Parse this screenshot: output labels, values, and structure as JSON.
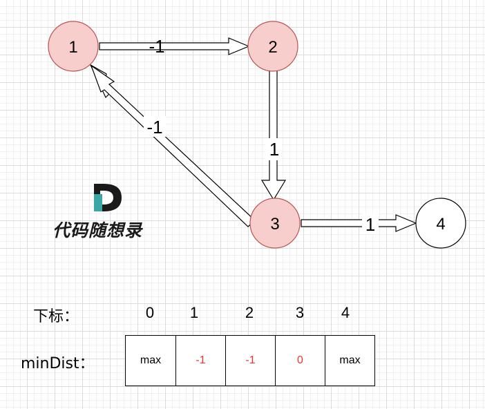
{
  "graph": {
    "nodes": [
      {
        "id": "1",
        "label": "1",
        "highlighted": true
      },
      {
        "id": "2",
        "label": "2",
        "highlighted": true
      },
      {
        "id": "3",
        "label": "3",
        "highlighted": true
      },
      {
        "id": "4",
        "label": "4",
        "highlighted": false
      }
    ],
    "edges": [
      {
        "from": "1",
        "to": "2",
        "weight": "-1"
      },
      {
        "from": "2",
        "to": "3",
        "weight": "1"
      },
      {
        "from": "3",
        "to": "1",
        "weight": "-1"
      },
      {
        "from": "3",
        "to": "4",
        "weight": "1"
      }
    ],
    "colors": {
      "highlight_fill": "#f8cecc",
      "highlight_stroke": "#b85450",
      "plain_fill": "#ffffff",
      "plain_stroke": "#000000"
    }
  },
  "logo": {
    "text": "代码随想录",
    "colors": {
      "dark": "#1a1a1a",
      "teal": "#3aa6a6"
    }
  },
  "table": {
    "index_title": "下标：",
    "array_title": "minDist：",
    "indices": [
      "0",
      "1",
      "2",
      "3",
      "4"
    ],
    "cells": [
      "max",
      "-1",
      "-1",
      "0",
      "max"
    ],
    "colors": {
      "value": "#e8372c",
      "max": "#000000"
    }
  }
}
